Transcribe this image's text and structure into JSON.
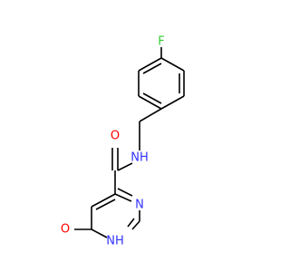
{
  "molecule": {
    "atoms": {
      "fluorine": {
        "symbol": "F",
        "color": "#33cc33"
      },
      "amide_nitrogen": {
        "symbol": "NH",
        "color": "#3333ff"
      },
      "carbonyl_oxygen": {
        "symbol": "O",
        "color": "#ff0000"
      },
      "ring_nitrogen": {
        "symbol": "N",
        "color": "#3333ff"
      },
      "ring_nh": {
        "symbol": "NH",
        "color": "#3333ff"
      },
      "hydroxy_oxygen": {
        "symbol": "O",
        "color": "#ff0000"
      }
    }
  }
}
